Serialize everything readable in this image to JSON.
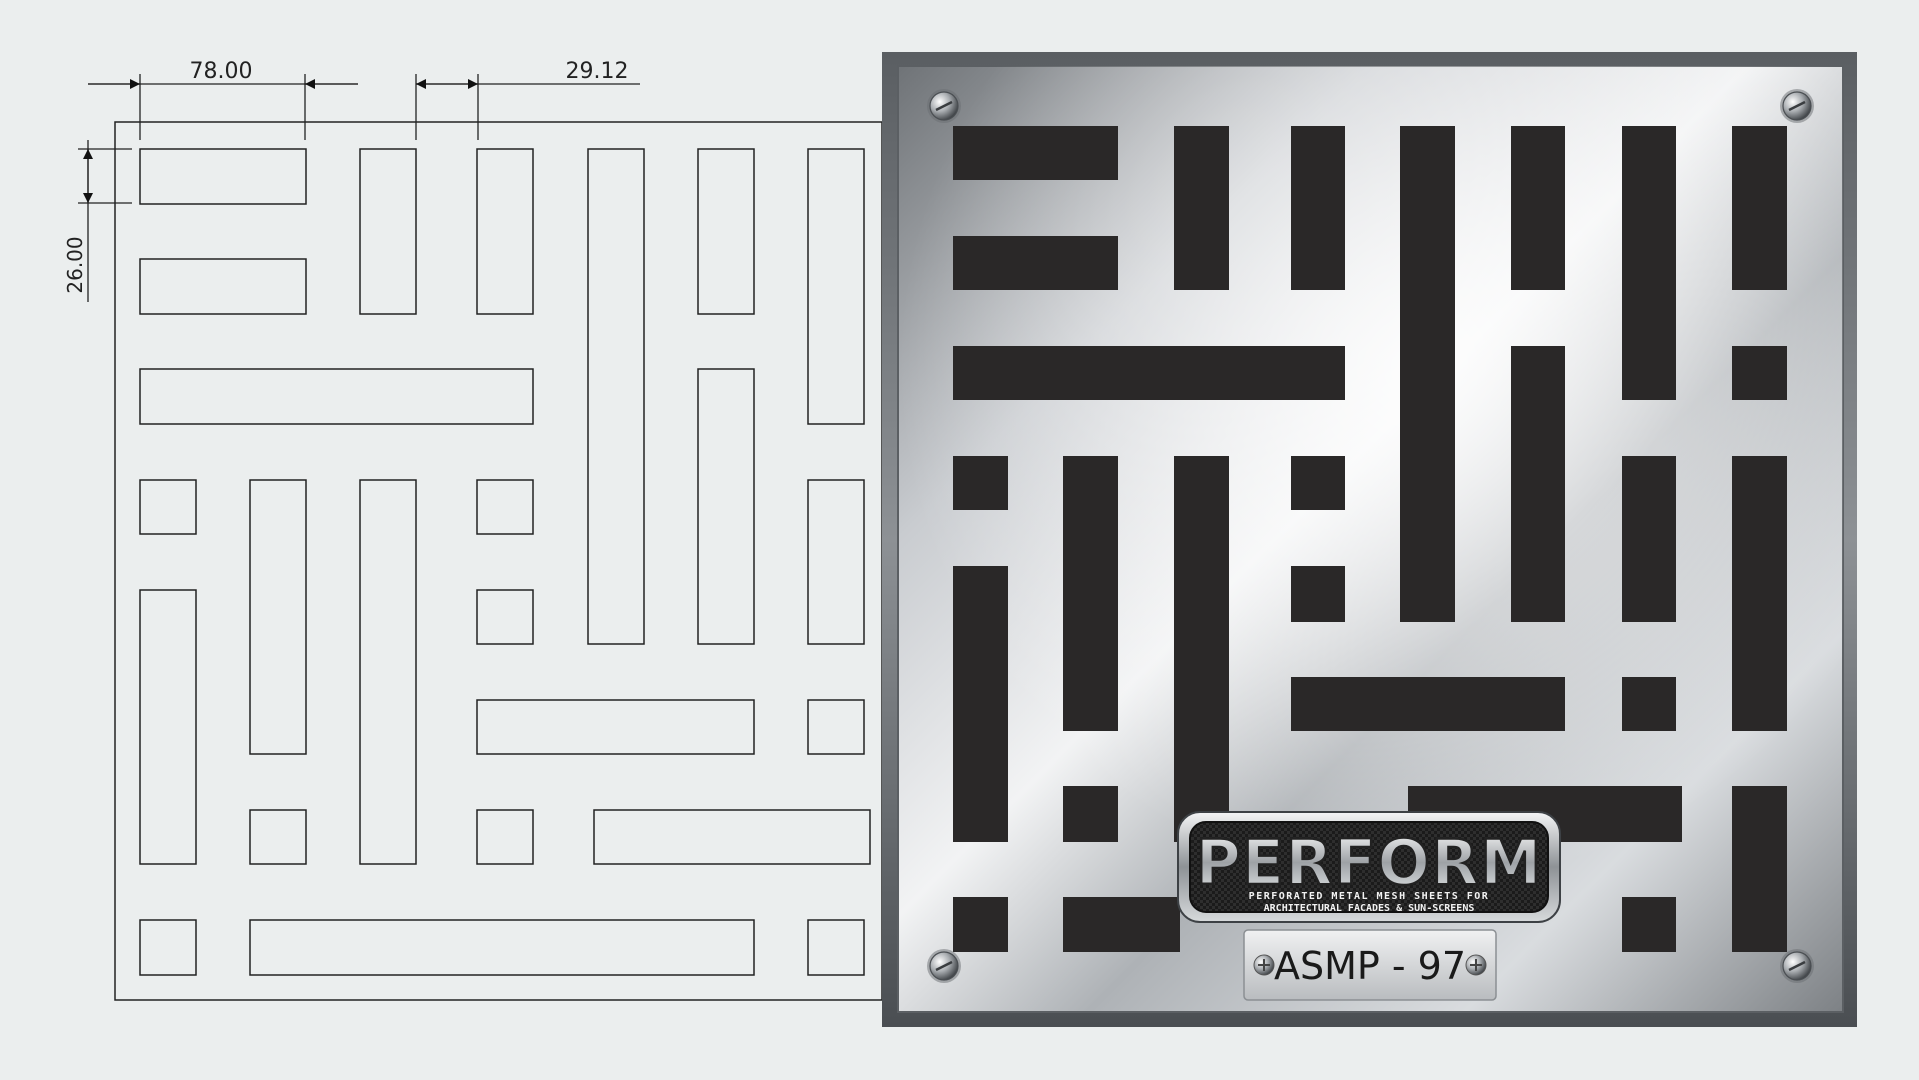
{
  "dimensions": {
    "width": "78.00",
    "gap": "29.12",
    "height": "26.00"
  },
  "brand": {
    "name": "PERFORM",
    "tagline_line1": "PERFORATED METAL MESH SHEETS FOR",
    "tagline_line2": "ARCHITECTURAL FACADES & SUN-SCREENS",
    "model": "ASMP - 97"
  },
  "colors": {
    "background": "#ebeeee",
    "line": "#222222",
    "plate_dark": "#2a2828",
    "steel_light": "#e2e4e6",
    "steel_mid": "#9a9ea2"
  },
  "icons": {
    "screw": "screw-icon",
    "arrow": "dimension-arrow-icon"
  }
}
